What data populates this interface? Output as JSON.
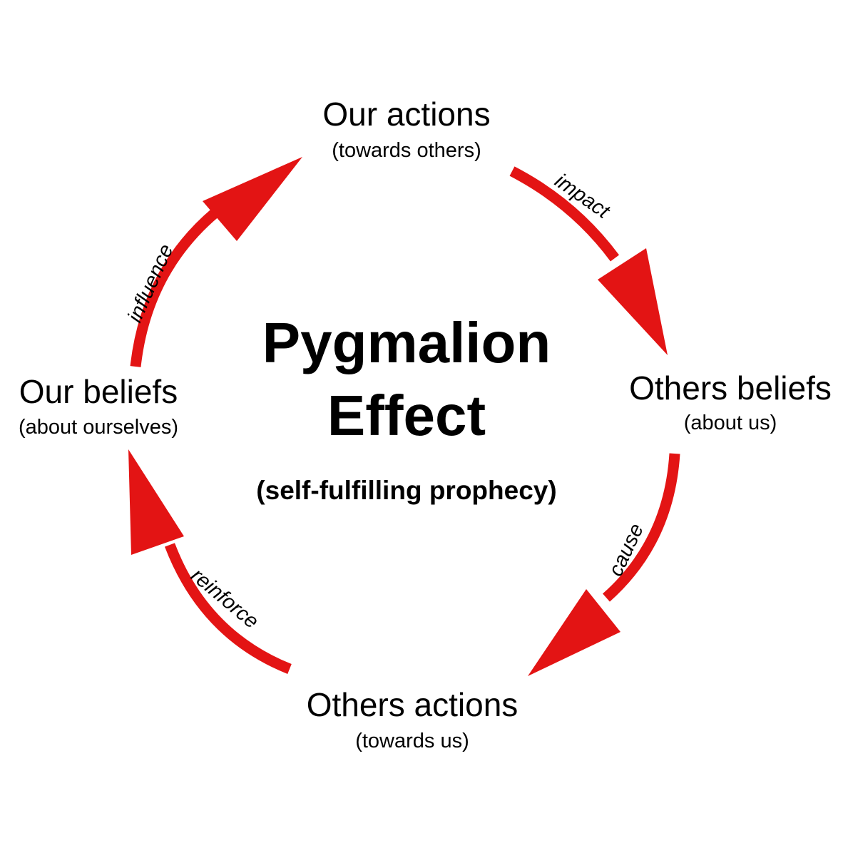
{
  "colors": {
    "arrow": "#e31414",
    "text": "#000000",
    "background": "#ffffff"
  },
  "center": {
    "title_line1": "Pygmalion",
    "title_line2": "Effect",
    "subtitle": "(self-fulfilling prophecy)"
  },
  "nodes": {
    "our_actions": {
      "title": "Our actions",
      "subtitle": "(towards others)"
    },
    "others_beliefs": {
      "title": "Others beliefs",
      "subtitle": "(about us)"
    },
    "others_actions": {
      "title": "Others actions",
      "subtitle": "(towards us)"
    },
    "our_beliefs": {
      "title": "Our beliefs",
      "subtitle": "(about ourselves)"
    }
  },
  "arrows": {
    "impact": {
      "label": "impact",
      "from": "Our actions",
      "to": "Others beliefs"
    },
    "cause": {
      "label": "cause",
      "from": "Others beliefs",
      "to": "Others actions"
    },
    "reinforce": {
      "label": "reinforce",
      "from": "Others actions",
      "to": "Our beliefs"
    },
    "influence": {
      "label": "influence",
      "from": "Our beliefs",
      "to": "Our actions"
    }
  }
}
